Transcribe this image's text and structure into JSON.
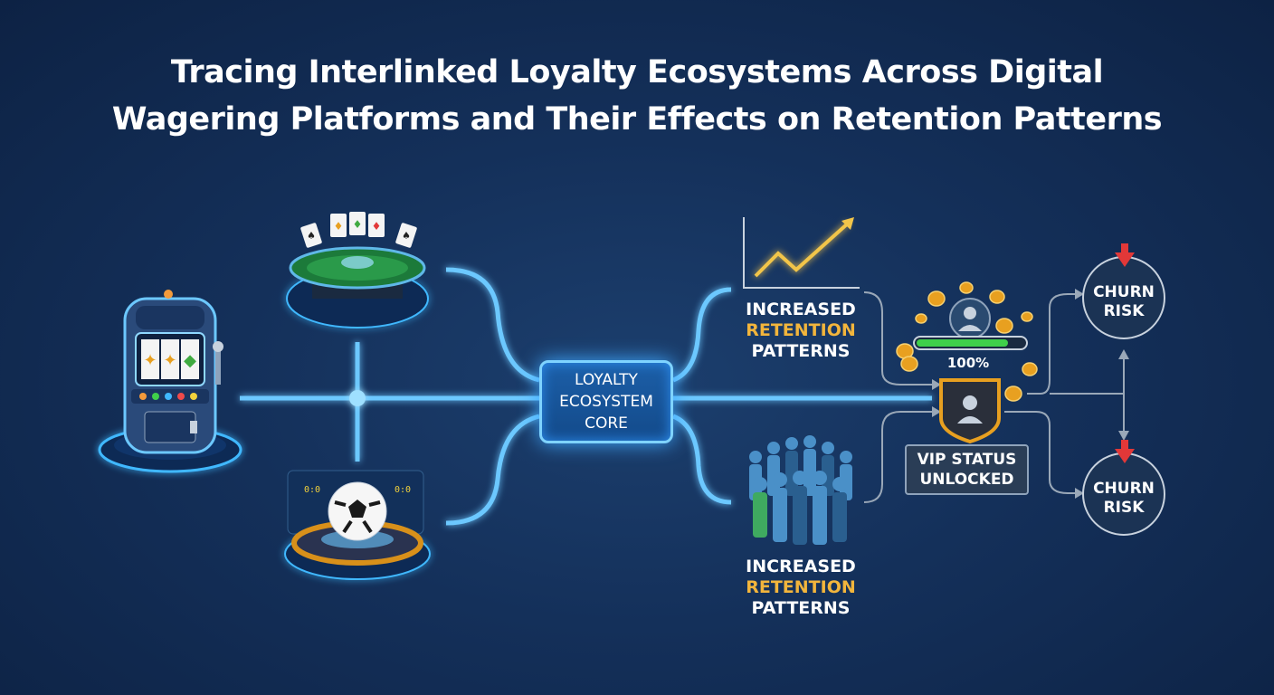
{
  "title": {
    "line1": "Tracing Interlinked Loyalty Ecosystems Across Digital",
    "line2": "Wagering Platforms and Their Effects on Retention Patterns"
  },
  "core": {
    "line1": "LOYALTY",
    "line2": "ECOSYSTEM",
    "line3": "CORE"
  },
  "outcome_top": {
    "line1": "INCREASED",
    "line2": "RETENTION",
    "line3": "PATTERNS"
  },
  "outcome_bottom": {
    "line1": "INCREASED",
    "line2": "RETENTION",
    "line3": "PATTERNS"
  },
  "vip": {
    "progress_label": "100%",
    "progress": 0.85,
    "line1": "VIP STATUS",
    "line2": "UNLOCKED"
  },
  "churn_top": {
    "line1": "CHURN",
    "line2": "RISK"
  },
  "churn_bottom": {
    "line1": "CHURN",
    "line2": "RISK"
  },
  "colors": {
    "background": "#14305a",
    "glow": "#3fa9ff",
    "accent_gold": "#f2b53c",
    "progress_green": "#3fcf4a",
    "churn_red": "#e23838"
  },
  "icons": [
    "slot-machine-icon",
    "poker-table-icon",
    "soccer-ball-icon",
    "growth-chart-icon",
    "crowd-icon",
    "vip-badge-icon",
    "coin-icon"
  ]
}
